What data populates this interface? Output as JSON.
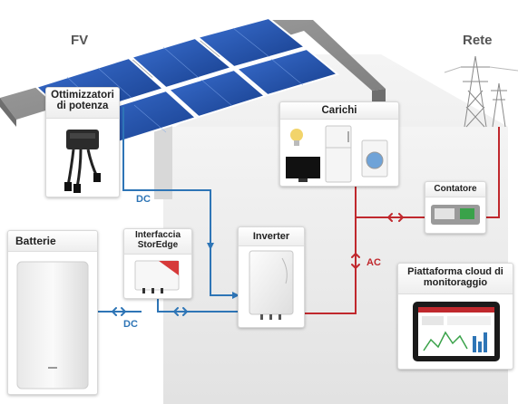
{
  "labels": {
    "fv": "FV",
    "rete": "Rete",
    "ottimizzatori_line1": "Ottimizzatori",
    "ottimizzatori_line2": "di potenza",
    "carichi": "Carichi",
    "contatore": "Contatore",
    "inverter": "Inverter",
    "batterie": "Batterie",
    "interfaccia_line1": "Interfaccia",
    "interfaccia_line2": "StorEdge",
    "piattaforma_line1": "Piattaforma cloud di",
    "piattaforma_line2": "monitoraggio",
    "dc_top": "DC",
    "dc_bottom": "DC",
    "ac": "AC"
  },
  "colors": {
    "dc_line": "#2e75b6",
    "ac_line": "#c0282d",
    "roof": "#8a8a8a",
    "house_wall": "#efefef",
    "panel": "#1f4fa8"
  },
  "icons": [
    "solar-panel-icon",
    "power-optimizer-icon",
    "transmission-tower-icon",
    "light-bulb-icon",
    "tv-icon",
    "refrigerator-icon",
    "washing-machine-icon",
    "meter-icon",
    "inverter-icon",
    "battery-icon",
    "storedge-interface-icon",
    "tablet-icon"
  ]
}
